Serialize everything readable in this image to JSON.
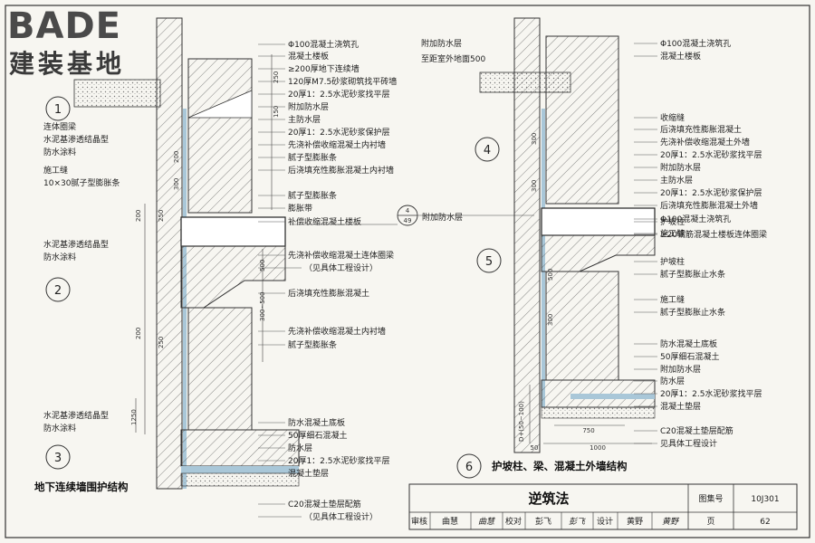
{
  "logo": {
    "brand": "BADE",
    "subtitle": "建装基地"
  },
  "left_labels": [
    "Φ100混凝土浇筑孔",
    "混凝土楼板",
    "≥200厚地下连续墙",
    "120厚M7.5砂浆砌筑找平砖墙",
    "20厚1：2.5水泥砂浆找平层",
    "附加防水层",
    "主防水层",
    "20厚1：2.5水泥砂浆保护层",
    "先浇补偿收缩混凝土内衬墙",
    "腻子型膨胀条",
    "后浇填充性膨胀混凝土内衬墙",
    "腻子型膨胀条",
    "膨胀带",
    "补偿收缩混凝土楼板",
    "先浇补偿收缩混凝土连体圈梁",
    "（见具体工程设计）",
    "后浇填充性膨胀混凝土",
    "先浇补偿收缩混凝土内衬墙",
    "腻子型膨胀条",
    "防水混凝土底板",
    "50厚细石混凝土",
    "防水层",
    "20厚1：2.5水泥砂浆找平层",
    "混凝土垫层",
    "C20混凝土垫层配筋",
    "（见具体工程设计）"
  ],
  "left_side_labels": [
    "连体圈梁",
    "水泥基渗透结晶型",
    "防水涂料",
    "施工缝",
    "10×30腻子型膨胀条",
    "水泥基渗透结晶型",
    "防水涂料",
    "水泥基渗透结晶型",
    "防水涂料"
  ],
  "right_labels": [
    "Φ100混凝土浇筑孔",
    "混凝土楼板",
    "收缩缝",
    "后浇填充性膨胀混凝土",
    "先浇补偿收缩混凝土外墙",
    "20厚1：2.5水泥砂浆找平层",
    "附加防水层",
    "主防水层",
    "20厚1：2.5水泥砂浆保护层",
    "后浇填充性膨胀混凝土外墙",
    "护坡柱",
    "施工缝",
    "Φ100混凝土浇筑孔",
    "≥20钢筋混凝土楼板连体圈梁",
    "护坡柱",
    "腻子型膨胀止水条",
    "施工缝",
    "腻子型膨胀止水条",
    "防水混凝土底板",
    "50厚细石混凝土",
    "附加防水层",
    "防水层",
    "20厚1：2.5水泥砂浆找平层",
    "混凝土垫层",
    "C20混凝土垫层配筋",
    "见具体工程设计"
  ],
  "right_top_labels": [
    "附加防水层",
    "至距室外地面500"
  ],
  "middle_label": "附加防水层",
  "ref_mark": {
    "top": "4",
    "bottom": "49"
  },
  "circles": [
    "1",
    "2",
    "3",
    "4",
    "5",
    "6"
  ],
  "captions": {
    "left": "地下连续墙围护结构",
    "right": "护坡柱、梁、混凝土外墙结构"
  },
  "dims": {
    "left_a": [
      "250",
      "150",
      "300",
      "200"
    ],
    "left_b": [
      "200",
      "250",
      "500",
      "300~500",
      "200",
      "250"
    ],
    "left_c": [
      "1250"
    ],
    "right_a": [
      "300"
    ],
    "right_b": [
      "300",
      "500",
      "300"
    ],
    "right_c": [
      "750",
      "1000",
      "50",
      "D+(50~100)"
    ]
  },
  "title_block": {
    "title": "逆筑法",
    "atlas_label": "图集号",
    "atlas_no": "10J301",
    "review_label": "审核",
    "review_name": "曲慧",
    "review_sig": "曲慧",
    "check_label": "校对",
    "check_name": "彭飞",
    "check_sig": "彭飞",
    "design_label": "设计",
    "design_name": "黄野",
    "design_sig": "黄野",
    "page_label": "页",
    "page_no": "62"
  }
}
